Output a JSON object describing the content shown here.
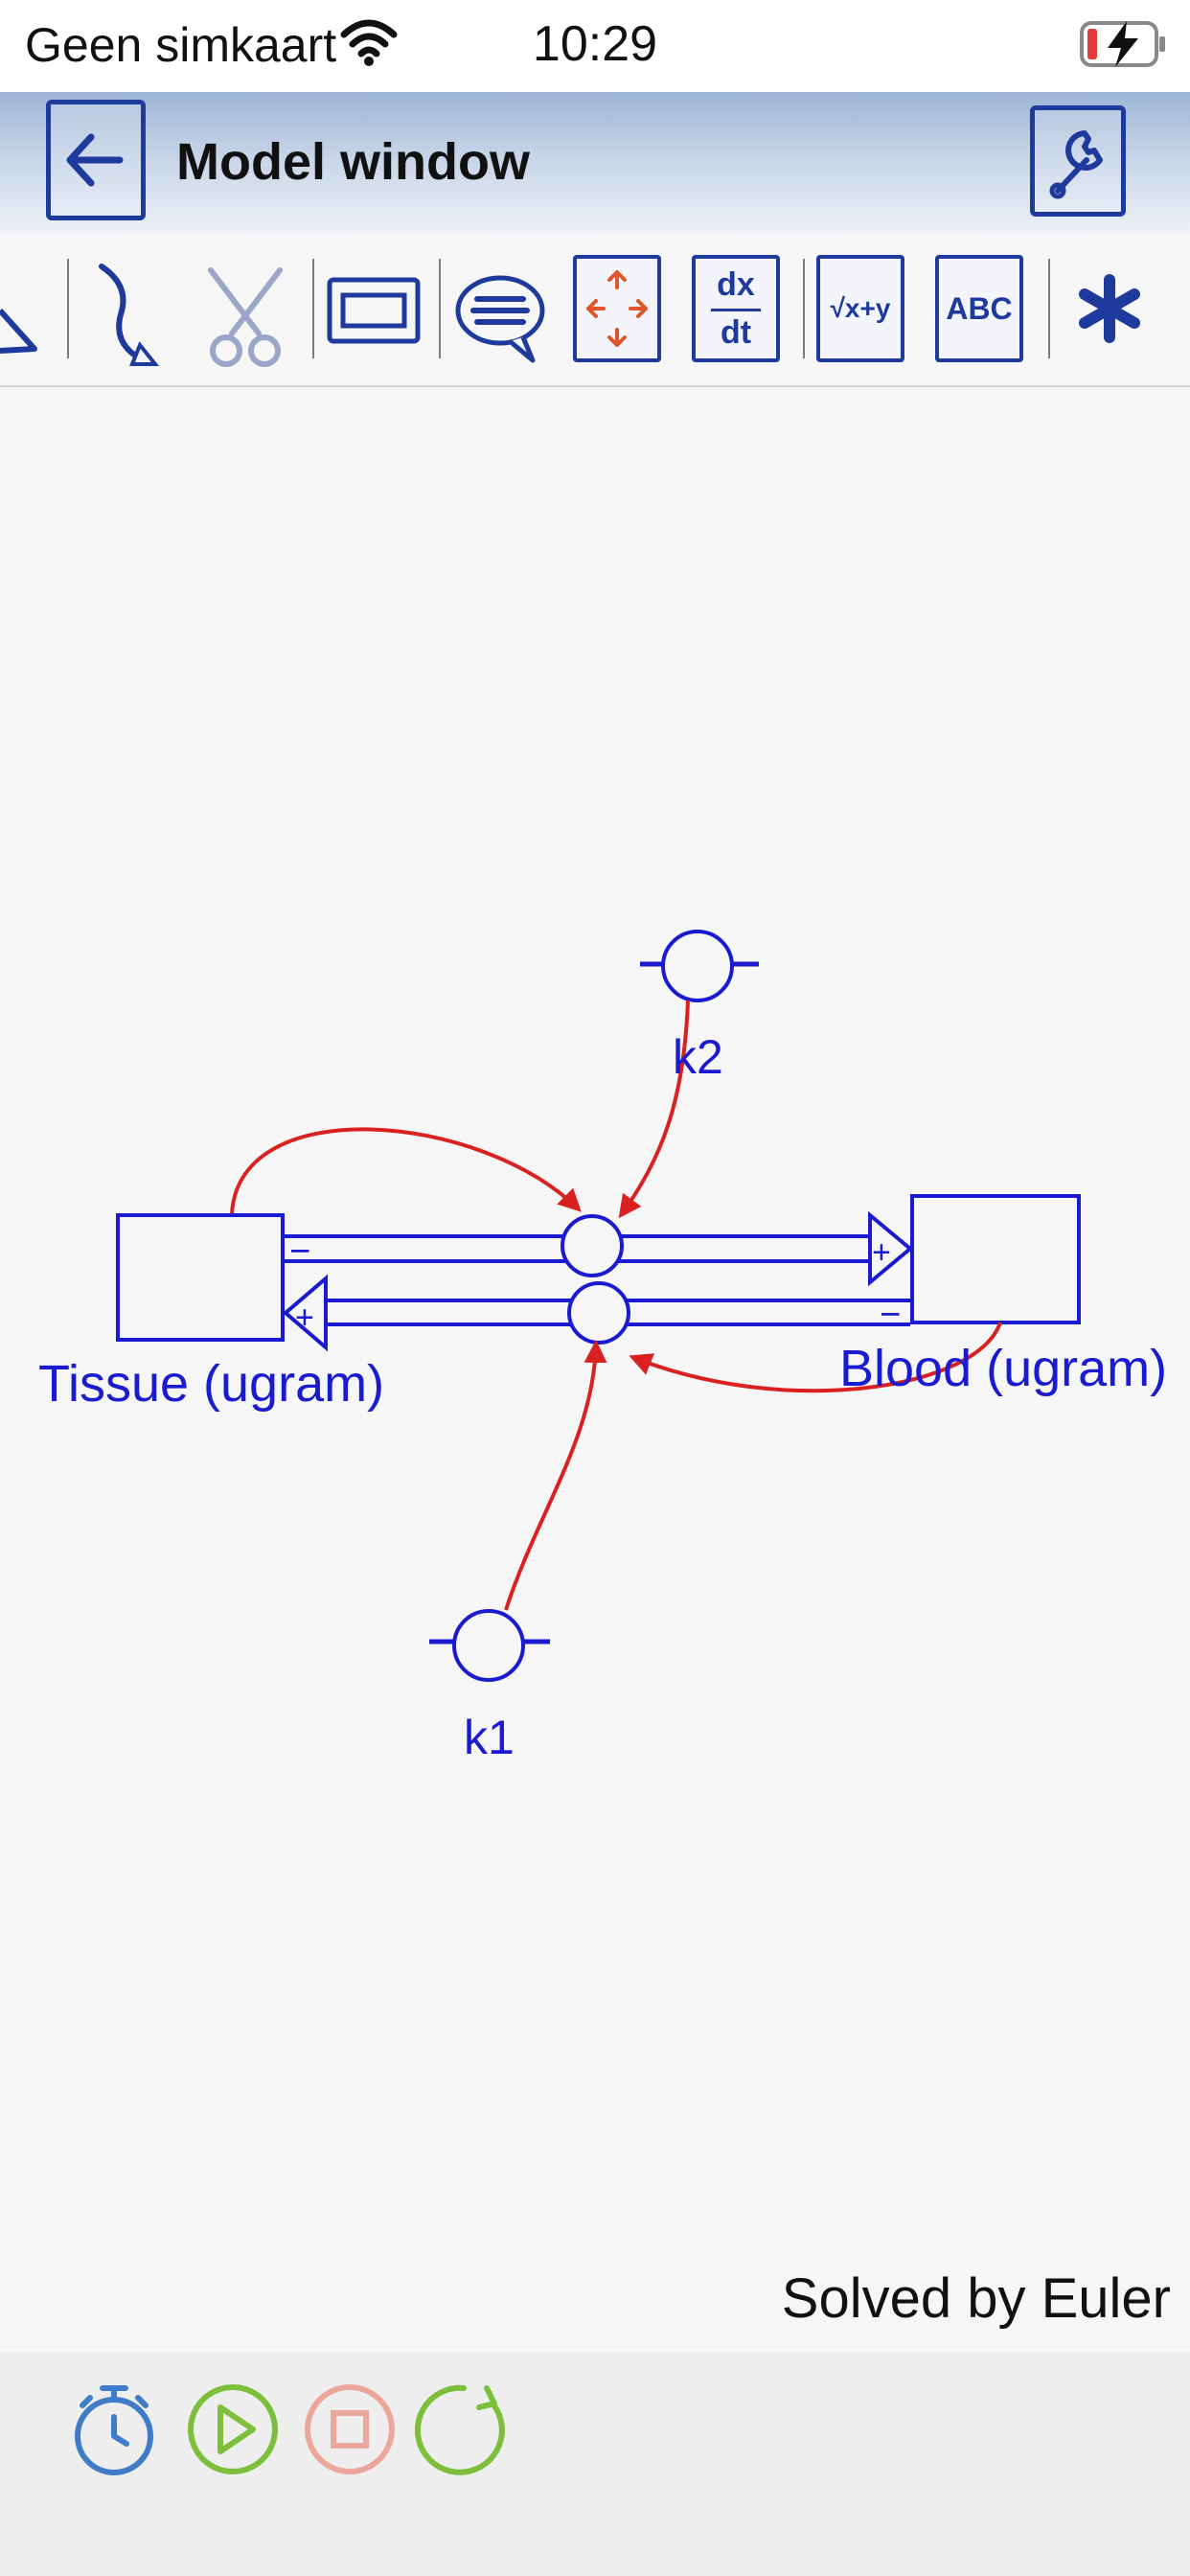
{
  "status_bar": {
    "carrier": "Geen simkaart",
    "time": "10:29"
  },
  "nav": {
    "title": "Model window"
  },
  "toolbar": {
    "icons": [
      "stock-icon",
      "connector-icon",
      "scissors-icon",
      "rectangle-icon",
      "comment-icon",
      "move-icon",
      "derivative-icon",
      "formula-icon",
      "text-icon",
      "asterisk-icon"
    ],
    "derivative_top": "dx",
    "derivative_bottom": "dt",
    "formula_label": "√x+y",
    "text_label": "ABC"
  },
  "model": {
    "stocks": [
      {
        "label": "Tissue (ugram)"
      },
      {
        "label": "Blood (ugram)"
      }
    ],
    "constants": [
      {
        "label": "k2"
      },
      {
        "label": "k1"
      }
    ],
    "signs": {
      "minus": "−",
      "plus": "+"
    }
  },
  "solver_text": "Solved by Euler",
  "colors": {
    "model_blue": "#1a1ad0",
    "link_red": "#d92121",
    "tool_navy": "#1d3a9c",
    "move_orange": "#e0562a",
    "run_green": "#7cbf3a",
    "stop_pink": "#eba79c",
    "timer_blue": "#3f7cc7"
  }
}
